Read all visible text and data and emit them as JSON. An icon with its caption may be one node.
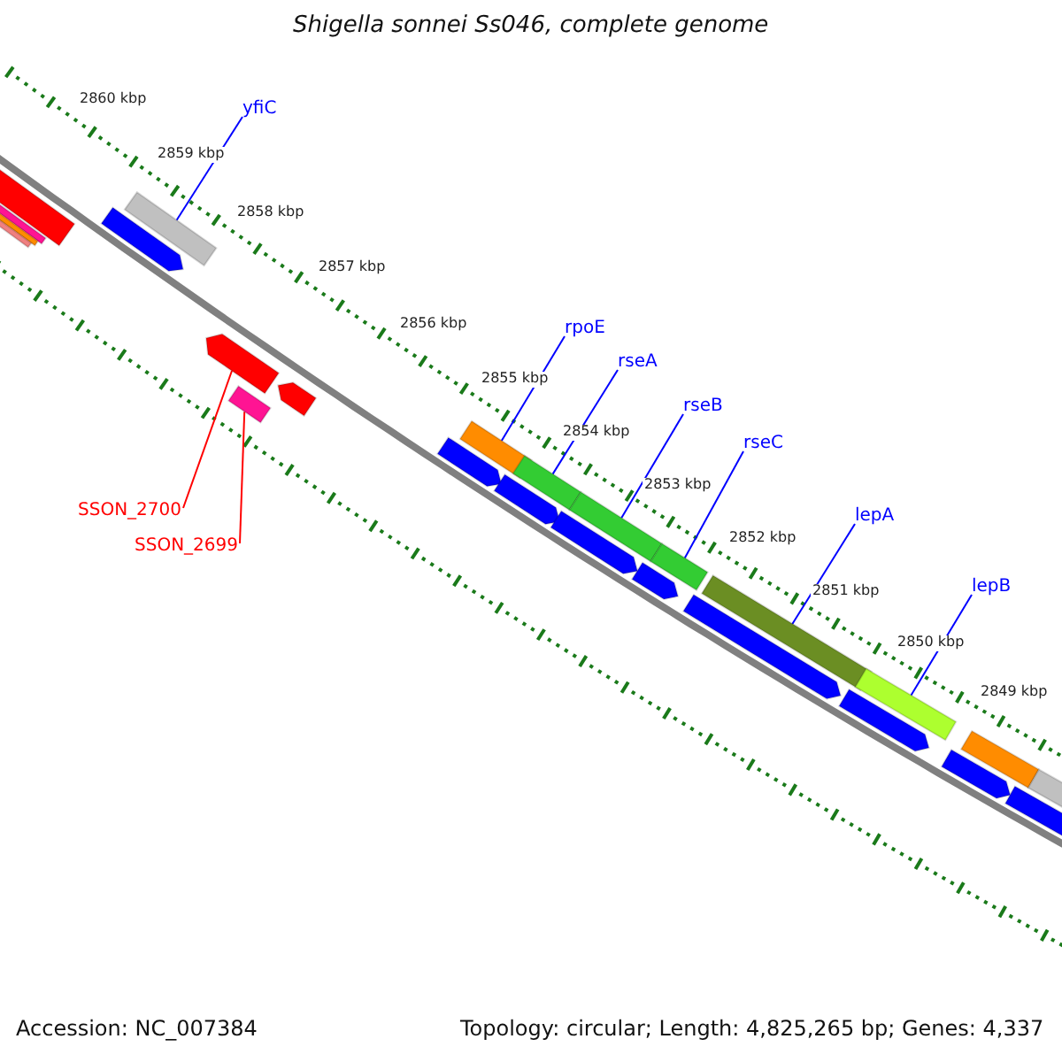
{
  "diagram": {
    "title": "Shigella sonnei Ss046, complete genome",
    "nodes": [
      {
        "text": [
          "yfiC"
        ]
      },
      {
        "text": [],
        "shape": "bar"
      },
      {
        "text": [
          "rpoE"
        ]
      },
      {
        "text": [],
        "shape": "bar"
      },
      {
        "text": [
          "rseA"
        ]
      },
      {
        "text": [],
        "shape": "bar"
      },
      {
        "text": [
          "rseB"
        ]
      },
      {
        "text": [],
        "shape": "bar"
      },
      {
        "text": [
          "rseC"
        ]
      },
      {
        "text": [],
        "shape": "bar"
      },
      {
        "text": [
          "lepA"
        ]
      },
      {
        "text": [],
        "shape": "bar"
      },
      {
        "text": [
          "lepB"
        ]
      },
      {
        "text": [],
        "shape": "bar"
      },
      {
        "text": [
          "SSON_2700"
        ]
      },
      {
        "text": [],
        "shape": "bar"
      },
      {
        "text": [
          "SSON_2699"
        ]
      },
      {
        "text": [],
        "shape": "bar"
      },
      {
        "text": [],
        "shape": "bar"
      },
      {
        "text": [],
        "shape": "bar"
      },
      {
        "text": [],
        "shape": "bar"
      },
      {
        "text": [],
        "shape": "bar"
      },
      {
        "text": [],
        "shape": "bar"
      },
      {
        "text": [],
        "shape": "bar"
      },
      {
        "text": [],
        "shape": "bar"
      },
      {
        "text": [],
        "shape": "bar"
      },
      {
        "text": [],
        "shape": "bar"
      },
      {
        "text": [],
        "shape": "bar"
      },
      {
        "text": [],
        "shape": "bar"
      },
      {
        "text": [],
        "shape": "bar"
      },
      {
        "text": [],
        "shape": "bar"
      },
      {
        "text": [],
        "shape": "bar"
      },
      {
        "text": [],
        "shape": "bar"
      },
      {
        "text": [],
        "shape": "bar"
      }
    ],
    "edges": [
      {
        "from": 0,
        "to": 1,
        "arrow": "none"
      },
      {
        "from": 2,
        "to": 3,
        "arrow": "none"
      },
      {
        "from": 4,
        "to": 5,
        "arrow": "none"
      },
      {
        "from": 6,
        "to": 7,
        "arrow": "none"
      },
      {
        "from": 8,
        "to": 9,
        "arrow": "none"
      },
      {
        "from": 10,
        "to": 11,
        "arrow": "none"
      },
      {
        "from": 12,
        "to": 13,
        "arrow": "none"
      },
      {
        "from": 14,
        "to": 15,
        "arrow": "none",
        "color": "#ff0000"
      },
      {
        "from": 16,
        "to": 17,
        "arrow": "none",
        "color": "#ff0000"
      }
    ],
    "labels": [
      "2860 kbp",
      "2859 kbp",
      "2858 kbp",
      "2857 kbp",
      "2856 kbp",
      "2855 kbp",
      "2854 kbp",
      "2853 kbp",
      "2852 kbp",
      "2851 kbp",
      "2850 kbp",
      "2849 kbp",
      "Accession: NC_007384",
      "Topology: circular; Length: 4,825,265 bp; Genes: 4,337"
    ]
  }
}
